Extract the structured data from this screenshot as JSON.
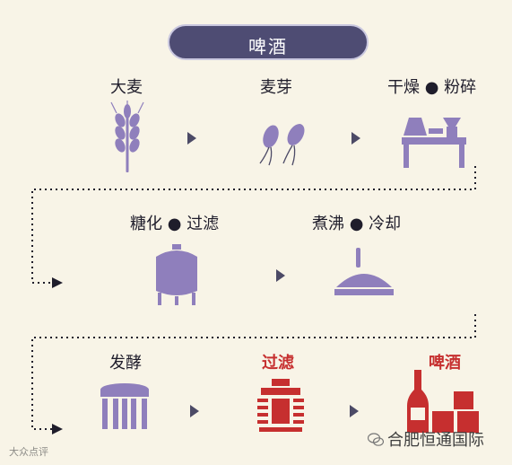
{
  "title": "啤酒",
  "row1": {
    "step1": "大麦",
    "step2": "麦芽",
    "step3": "干燥 ● 粉碎"
  },
  "row2": {
    "step1": "糖化 ● 过滤",
    "step2": "煮沸 ● 冷却"
  },
  "row3": {
    "step1": "发酵",
    "step2": "过滤",
    "step3": "啤酒"
  },
  "footer": {
    "source_left": "大众点评",
    "source_right": "合肥恒通国际"
  },
  "colors": {
    "background": "#f8f4e7",
    "pill": "#4e4c73",
    "icon_purple": "#8f7fbc",
    "arrow": "#4c4a66",
    "accent_red": "#c62f2f",
    "text": "#1f1d2b"
  },
  "icons": {
    "barley": "barley-icon",
    "malt": "malt-sprout-icon",
    "mill": "dryer-mill-icon",
    "tank": "mash-tank-icon",
    "boil": "boiling-lid-icon",
    "ferment": "fermentation-barrel-icon",
    "filter": "filter-press-icon",
    "beer": "beer-bottle-boxes-icon"
  }
}
